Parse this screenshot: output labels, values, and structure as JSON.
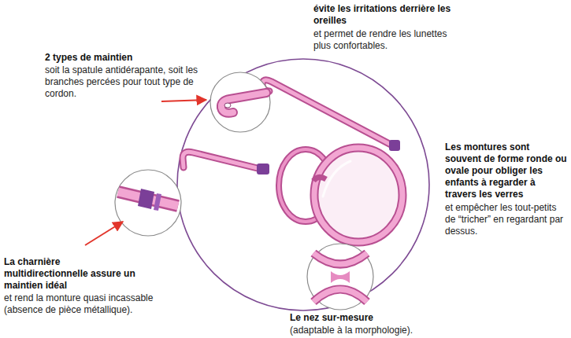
{
  "diagram": {
    "labels": [
      "évite les irritations derrière les oreilles",
      "et permet de rendre les lunettes plus confortables.",
      "2 types de maintien",
      "soit la spatule antidérapante, soit les branches percées pour tout type de cordon.",
      "Les montures sont souvent de forme ronde ou ovale pour obliger les enfants à regarder à travers les verres",
      "et empêcher les tout-petits de “tricher” en regardant par dessus.",
      "La charnière multidirectionnelle assure un maintien idéal",
      "et rend la monture quasi incassable (absence de pièce métallique).",
      "Le nez sur-mesure",
      "(adaptable à la morphologie)."
    ]
  }
}
